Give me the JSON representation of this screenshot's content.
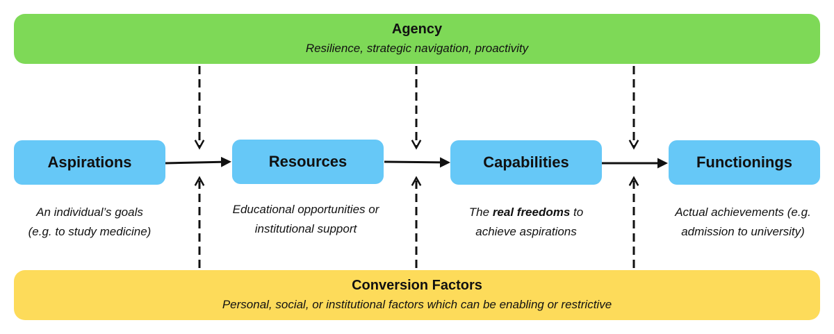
{
  "agency": {
    "title": "Agency",
    "subtitle": "Resilience, strategic navigation, proactivity"
  },
  "conversion": {
    "title": "Conversion Factors",
    "subtitle": "Personal, social, or institutional factors which can be enabling or restrictive"
  },
  "stages": [
    {
      "label": "Aspirations",
      "caption_line1": "An individual’s goals",
      "caption_line2": "(e.g. to study medicine)"
    },
    {
      "label": "Resources",
      "caption_line1": "Educational opportunities or",
      "caption_line2": "institutional support"
    },
    {
      "label": "Capabilities",
      "caption_line1_pre": "The ",
      "caption_line1_bold": "real freedoms",
      "caption_line1_post": " to",
      "caption_line2": "achieve aspirations"
    },
    {
      "label": "Functionings",
      "caption_line1": "Actual achievements (e.g.",
      "caption_line2": "admission to university)"
    }
  ],
  "colors": {
    "agency": "#7ed957",
    "conversion": "#fddb5a",
    "stage": "#66c8f7"
  }
}
